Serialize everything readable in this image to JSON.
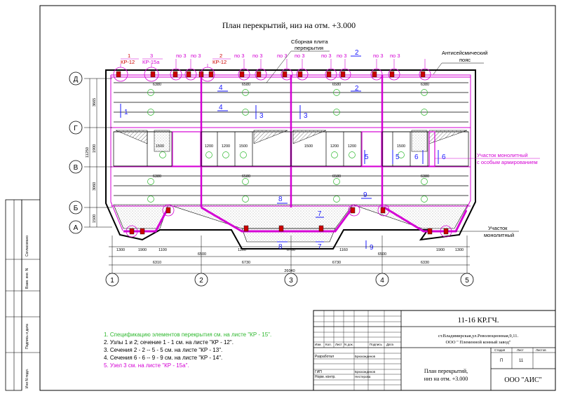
{
  "title": "План перекрытий, низ на отм. +3.000",
  "callouts": {
    "prefab_slab": [
      "Сборная плита",
      "перекрытия"
    ],
    "seismic_belt": [
      "Антисейсмический",
      "пояс"
    ],
    "monolithic_special": [
      "Участок монолитный",
      "с особым армированием"
    ],
    "monolithic": [
      "Участок",
      "монолитный"
    ]
  },
  "top_labels": [
    {
      "num": "1",
      "text": "КР-12"
    },
    {
      "num": "3",
      "text": "КР-15а"
    },
    {
      "num": "",
      "text": "по 3"
    },
    {
      "num": "",
      "text": "по 3"
    },
    {
      "num": "2",
      "text": "КР-12"
    },
    {
      "num": "",
      "text": "по 3"
    },
    {
      "num": "",
      "text": "по 3"
    },
    {
      "num": "",
      "text": "по 3"
    },
    {
      "num": "",
      "text": "по 3"
    },
    {
      "num": "",
      "text": "по 3"
    },
    {
      "num": "",
      "text": "по 3"
    },
    {
      "num": "",
      "text": "по 3"
    },
    {
      "num": "",
      "text": "по 3"
    }
  ],
  "row_axes": [
    "Д",
    "Г",
    "В",
    "Б",
    "А"
  ],
  "col_axes": [
    "1",
    "2",
    "3",
    "4",
    "5"
  ],
  "bay_dims": [
    "6380",
    "6580",
    "6580",
    "6380"
  ],
  "cell_dims": [
    "1500",
    "1200",
    "1200",
    "1500",
    "1500",
    "1200",
    "1200",
    "1500"
  ],
  "bottom_dims_row1": [
    "1300",
    "1900",
    "1100",
    "1160",
    "6700",
    "1160",
    "1900",
    "1300"
  ],
  "bottom_dims_row2": [
    "6500",
    "6500"
  ],
  "bottom_dims_row3": [
    "6310",
    "6730",
    "6730",
    "6330"
  ],
  "overall_dim": "26040",
  "left_dims": [
    "3665",
    "1900",
    "3060",
    "1500",
    "11250"
  ],
  "section_marks": [
    "1",
    "2",
    "3",
    "4",
    "5",
    "6",
    "7",
    "8",
    "9"
  ],
  "notes": [
    {
      "text": "1. Спецификацию элементов перекрытия см. на листе \"КР - 15\".",
      "color": "#2eb82e"
    },
    {
      "text": "2. Узлы 1 и 2; сечение 1 - 1 см. на листе \"КР - 12\".",
      "color": "#000000"
    },
    {
      "text": "3. Сечения 2 - 2 -- 5 - 5 см. на листе \"КР - 13\".",
      "color": "#000000"
    },
    {
      "text": "4. Сечения 6 - 6 -- 9 - 9 см. на листе \"КР - 14\".",
      "color": "#000000"
    },
    {
      "text": "5. Узел 3 см. на листе \"КР - 15а\".",
      "color": "#d400d4"
    }
  ],
  "stamp": {
    "code": "11-16 КР.ГЧ.",
    "address": "ст.Владимирская,ул.Революционная,9,11.",
    "org_project": "ООО \" Племенной конный завод\"",
    "col_headers": [
      "Изм.",
      "Кол.",
      "Лист",
      "N док.",
      "Подпись",
      "Дата"
    ],
    "roles": [
      "Разработал",
      "ГИП",
      "Норм. контр."
    ],
    "names": [
      "Брюхождинов",
      "Брюхождинов",
      "Нестерова"
    ],
    "stage_headers": [
      "Стадия",
      "Лист",
      "Листов"
    ],
    "stage_values": [
      "П",
      "11",
      ""
    ],
    "sheet_title": [
      "План перекрытий,",
      "низ на отм. +3.000"
    ],
    "company": "ООО  \"АИС\""
  },
  "side_stamp": [
    "Согласовано",
    "Взам. инв. N",
    "Подпись и дата",
    "Инв N подл."
  ],
  "colors": {
    "accent": "#d400d4",
    "green": "#2eb82e",
    "blue": "#1a1aff",
    "red": "#cc0000"
  }
}
